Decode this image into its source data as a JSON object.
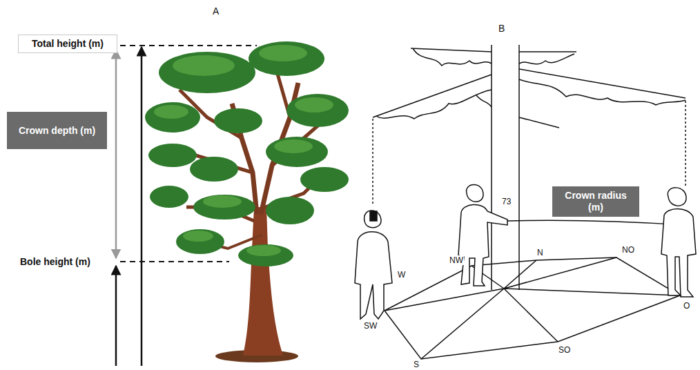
{
  "diagram": {
    "nodes": [
      {
        "text": [
          "Total height (m)"
        ]
      },
      {
        "text": [
          "Crown depth (m)"
        ]
      },
      {
        "text": [
          "Crown radius (m)"
        ]
      }
    ],
    "labels": [
      "A",
      "B",
      "Bole height (m)",
      "73",
      "NW",
      "N",
      "NO",
      "W",
      "SW",
      "S",
      "SO",
      "O"
    ]
  }
}
